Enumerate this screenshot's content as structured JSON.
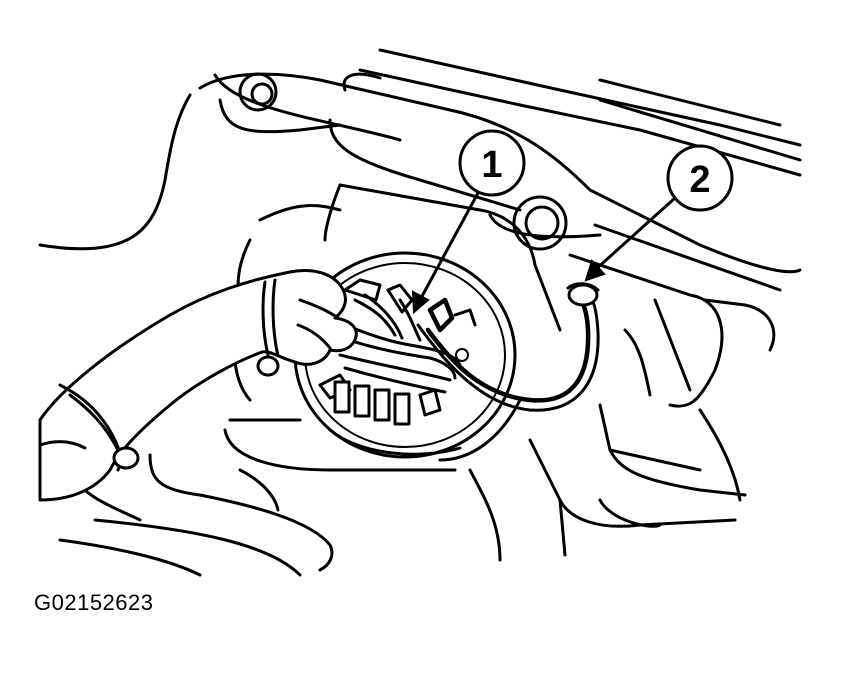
{
  "callouts": [
    {
      "id": "1",
      "label": "1"
    },
    {
      "id": "2",
      "label": "2"
    }
  ],
  "figure_code": "G02152623",
  "colors": {
    "ink": "#000000",
    "paper": "#ffffff"
  }
}
